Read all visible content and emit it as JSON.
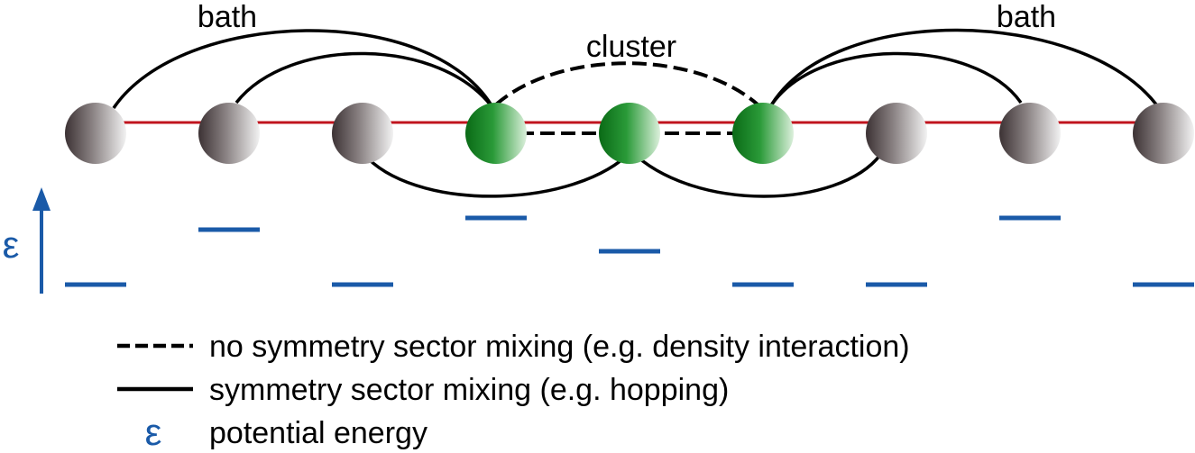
{
  "labels": {
    "bath_left": "bath",
    "bath_right": "bath",
    "cluster": "cluster",
    "energy_axis": "ε"
  },
  "legend": {
    "dashed_text": "no symmetry sector mixing (e.g. density interaction)",
    "solid_text": "symmetry sector mixing (e.g. hopping)",
    "epsilon_symbol": "ε",
    "epsilon_text": "potential energy"
  },
  "sites": [
    {
      "role": "bath"
    },
    {
      "role": "bath"
    },
    {
      "role": "bath"
    },
    {
      "role": "cluster"
    },
    {
      "role": "cluster"
    },
    {
      "role": "cluster"
    },
    {
      "role": "bath"
    },
    {
      "role": "bath"
    },
    {
      "role": "bath"
    }
  ],
  "colors": {
    "bath_site": "#5a4e4e",
    "cluster_site": "#1a8a2a",
    "chain_link": "#c0141e",
    "energy": "#1a5aa8",
    "coupling": "#000000"
  }
}
